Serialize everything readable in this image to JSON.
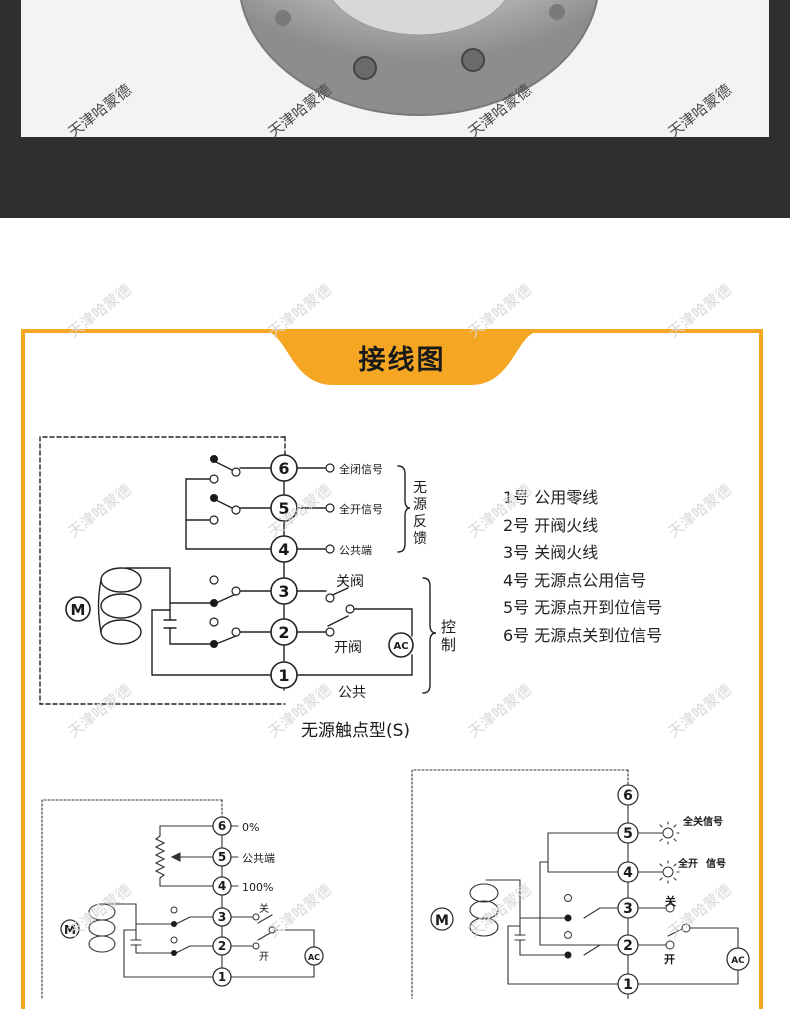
{
  "header": {
    "title": "接线图"
  },
  "watermark": "天津哈蒙德",
  "legend": [
    "1号  公用零线",
    "2号  开阀火线",
    "3号  关阀火线",
    "4号  无源点公用信号",
    "5号  无源点开到位信号",
    "6号  无源点关到位信号"
  ],
  "diagram_s": {
    "caption": "无源触点型(S)",
    "signal_closed": "全闭信号",
    "signal_open": "全开信号",
    "signal_common": "公共端",
    "passive_feedback": [
      "无",
      "源",
      "反",
      "馈"
    ],
    "label_close": "关阀",
    "label_open": "开阀",
    "label_common": "公共",
    "control": [
      "控",
      "制"
    ],
    "motor": "M",
    "ac": "AC"
  },
  "diagram_pot": {
    "pct0": "0%",
    "common": "公共端",
    "pct100": "100%",
    "close": "关",
    "open": "开",
    "motor": "M",
    "ac": "AC"
  },
  "diagram_lamp": {
    "all_close": "全关信号",
    "all_open": "全开",
    "signal": "信号",
    "close": "关",
    "open": "开",
    "motor": "M",
    "ac": "AC"
  },
  "colors": {
    "accent": "#f5a623",
    "dark_band": "#2f2f2f"
  }
}
